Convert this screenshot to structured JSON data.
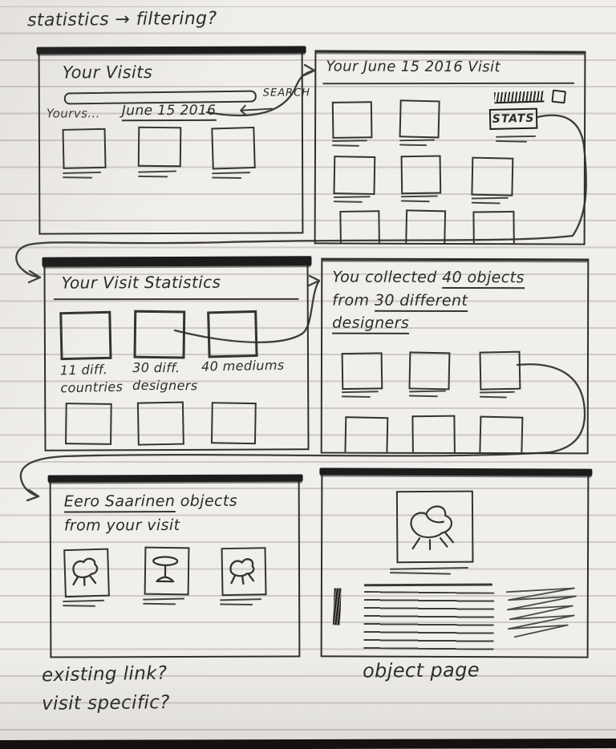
{
  "note": {
    "top": "statistics → filtering?",
    "existing_link": "existing link?",
    "visit_specific": "visit specific?",
    "object_page": "object page"
  },
  "your_visits": {
    "title": "Your Visits",
    "search_label": "SEARCH",
    "list_prefix": "Yourvs...",
    "visit_link": "June 15 2016"
  },
  "june_visit": {
    "title": "Your June 15 2016 Visit",
    "stats_button": "STATS"
  },
  "visit_statistics": {
    "title": "Your Visit Statistics",
    "stats": [
      {
        "value": "11 diff.",
        "label": "countries"
      },
      {
        "value": "30 diff.",
        "label": "designers"
      },
      {
        "value": "40 mediums",
        "label": ""
      }
    ]
  },
  "collected": {
    "l1a": "You collected",
    "l1b": "40 objects",
    "l2a": "from",
    "l2b": "30 different",
    "l3": "designers"
  },
  "saarinen": {
    "title_u": "Eero Saarinen",
    "title_rest": "objects",
    "title_line2": "from your visit"
  },
  "colors": {
    "ink": "#2e2e2e",
    "paper": "#f1efeb"
  }
}
